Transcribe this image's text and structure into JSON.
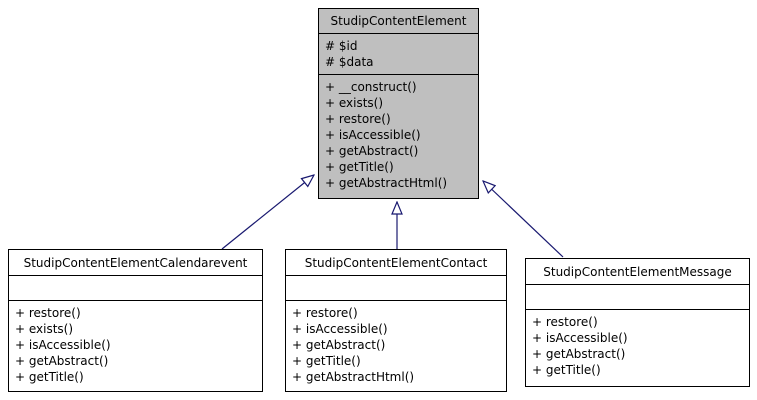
{
  "diagram": {
    "kind": "uml-class-inheritance",
    "colors": {
      "parent_fill": "#bfbfbf",
      "child_fill": "#ffffff",
      "border": "#000000",
      "arrow": "#191970",
      "background": "#ffffff"
    }
  },
  "classes": {
    "parent": {
      "name": "StudipContentElement",
      "attributes": [
        "# $id",
        "# $data"
      ],
      "methods": [
        "+ __construct()",
        "+ exists()",
        "+ restore()",
        "+ isAccessible()",
        "+ getAbstract()",
        "+ getTitle()",
        "+ getAbstractHtml()"
      ]
    },
    "calendarevent": {
      "name": "StudipContentElementCalendarevent",
      "attributes": [],
      "methods": [
        "+ restore()",
        "+ exists()",
        "+ isAccessible()",
        "+ getAbstract()",
        "+ getTitle()"
      ]
    },
    "contact": {
      "name": "StudipContentElementContact",
      "attributes": [],
      "methods": [
        "+ restore()",
        "+ isAccessible()",
        "+ getAbstract()",
        "+ getTitle()",
        "+ getAbstractHtml()"
      ]
    },
    "message": {
      "name": "StudipContentElementMessage",
      "attributes": [],
      "methods": [
        "+ restore()",
        "+ isAccessible()",
        "+ getAbstract()",
        "+ getTitle()"
      ]
    }
  }
}
